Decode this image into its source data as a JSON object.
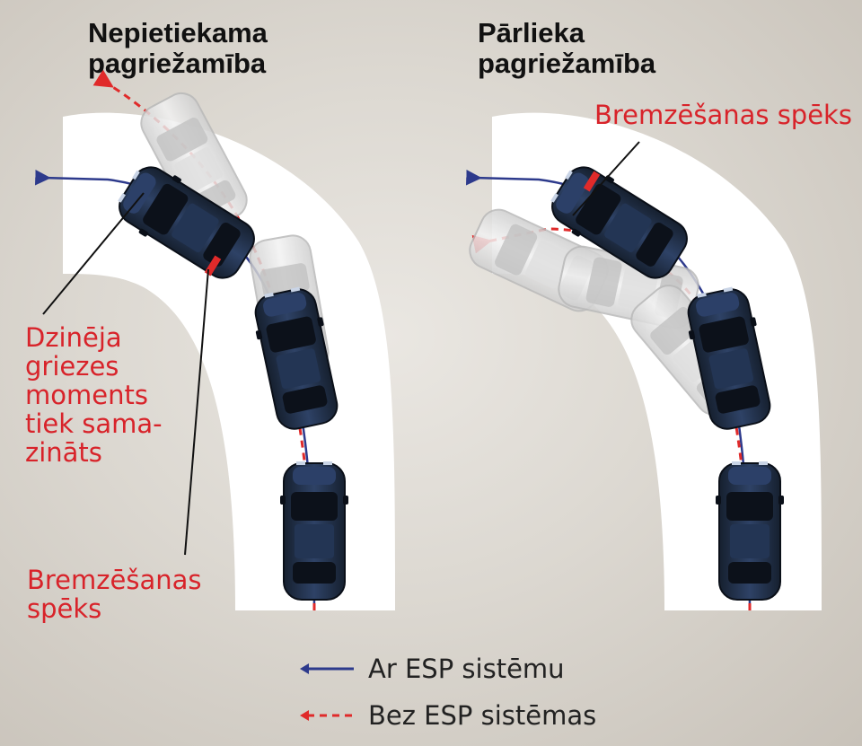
{
  "panels": {
    "left": {
      "title_line1": "Nepietiekama",
      "title_line2": "pagriežamība",
      "torque_label": [
        "Dzinēja",
        "griezes",
        "moments",
        "tiek sama-",
        "zināts"
      ],
      "brake_label": [
        "Bremzēšanas",
        "spēks"
      ]
    },
    "right": {
      "title_line1": "Pārlieka",
      "title_line2": "pagriežamība",
      "brake_label": "Bremzēšanas spēks"
    }
  },
  "legend": {
    "with_esp": "Ar ESP sistēmu",
    "without_esp": "Bez ESP sistēmas"
  },
  "colors": {
    "road": "#ffffff",
    "esp_path": "#2d3a8c",
    "no_esp_path": "#e02a2a",
    "car_body": "#1f2c40",
    "ghost_car": "#e6e6e6",
    "label_red": "#d8232a"
  }
}
